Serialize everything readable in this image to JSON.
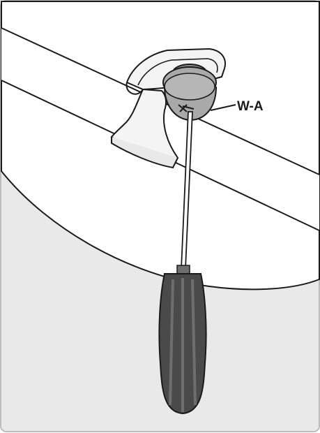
{
  "diagram": {
    "callout_label": "W-A",
    "colors": {
      "background": "#e9e9e9",
      "frame": "#bdbdbd",
      "line": "#1a1a1a",
      "pipe_fill": "#ffffff",
      "bracket_fill": "#f4f4f4",
      "fastener_fill": "#a9a9a9",
      "fastener_dark": "#8a8a8a",
      "handle_dark": "#4a4a4a",
      "handle_light": "#6e6e6e"
    },
    "icons": [
      "pipe-clamp",
      "fastener",
      "screwdriver"
    ]
  }
}
